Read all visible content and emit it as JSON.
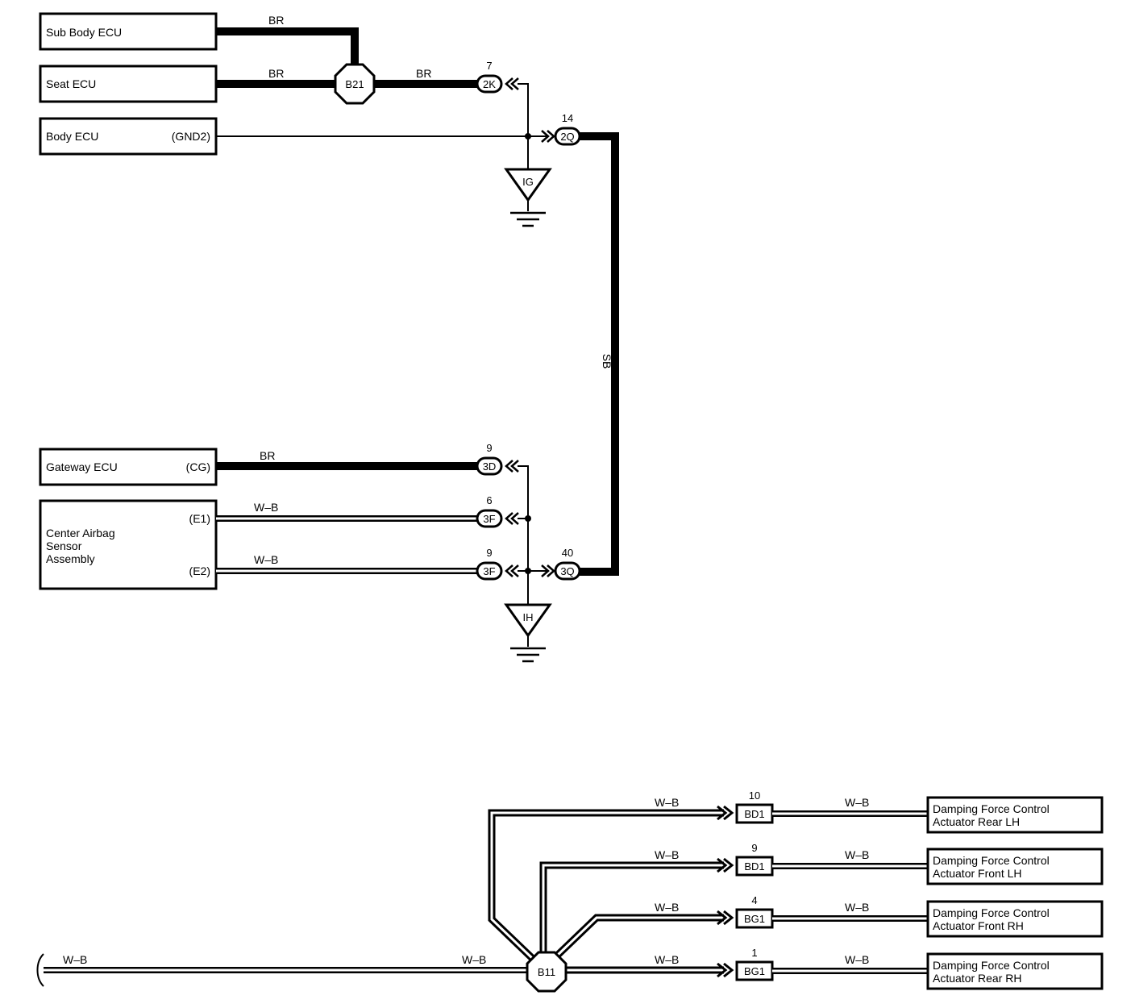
{
  "components": {
    "sub_body_ecu": "Sub Body ECU",
    "seat_ecu": "Seat ECU",
    "body_ecu": {
      "name": "Body ECU",
      "terminal": "(GND2)"
    },
    "gateway_ecu": {
      "name": "Gateway ECU",
      "terminal": "(CG)"
    },
    "center_airbag": {
      "line1": "Center Airbag",
      "line2": "Sensor",
      "line3": "Assembly",
      "terminal_e1": "(E1)",
      "terminal_e2": "(E2)"
    },
    "actuator_rear_lh": {
      "line1": "Damping Force Control",
      "line2": "Actuator Rear LH"
    },
    "actuator_front_lh": {
      "line1": "Damping Force Control",
      "line2": "Actuator Front LH"
    },
    "actuator_front_rh": {
      "line1": "Damping Force Control",
      "line2": "Actuator Front RH"
    },
    "actuator_rear_rh": {
      "line1": "Damping Force Control",
      "line2": "Actuator Rear RH"
    }
  },
  "wires": {
    "br": "BR",
    "wb": "W–B",
    "sb": "SB"
  },
  "connectors": {
    "b21": "B21",
    "b11": "B11",
    "c2k": {
      "id": "2K",
      "pin": "7"
    },
    "c2q": {
      "id": "2Q",
      "pin": "14"
    },
    "c3d": {
      "id": "3D",
      "pin": "9"
    },
    "c3f_a": {
      "id": "3F",
      "pin": "6"
    },
    "c3f_b": {
      "id": "3F",
      "pin": "9"
    },
    "c3q": {
      "id": "3Q",
      "pin": "40"
    },
    "bd1_a": {
      "id": "BD1",
      "pin": "10"
    },
    "bd1_b": {
      "id": "BD1",
      "pin": "9"
    },
    "bg1_a": {
      "id": "BG1",
      "pin": "4"
    },
    "bg1_b": {
      "id": "BG1",
      "pin": "1"
    }
  },
  "grounds": {
    "ig": "IG",
    "ih": "IH"
  }
}
